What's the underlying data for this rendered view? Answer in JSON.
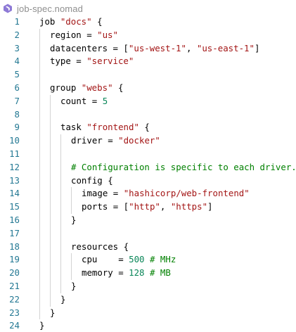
{
  "tab": {
    "title": "job-spec.nomad",
    "icon": "nomad-file-icon",
    "icon_color": "#8e7ad6"
  },
  "colors": {
    "line_number": "#237893",
    "string": "#a31515",
    "number": "#098658",
    "comment": "#008000",
    "indent_guide": "#d3d3d3"
  },
  "lines": [
    {
      "number": "1",
      "indent": 0,
      "tokens": [
        {
          "t": "job ",
          "c": "plain"
        },
        {
          "t": "\"docs\"",
          "c": "str"
        },
        {
          "t": " {",
          "c": "plain"
        }
      ]
    },
    {
      "number": "2",
      "indent": 1,
      "tokens": [
        {
          "t": "region = ",
          "c": "plain"
        },
        {
          "t": "\"us\"",
          "c": "str"
        }
      ]
    },
    {
      "number": "3",
      "indent": 1,
      "tokens": [
        {
          "t": "datacenters = [",
          "c": "plain"
        },
        {
          "t": "\"us-west-1\"",
          "c": "str"
        },
        {
          "t": ", ",
          "c": "plain"
        },
        {
          "t": "\"us-east-1\"",
          "c": "str"
        },
        {
          "t": "]",
          "c": "plain"
        }
      ]
    },
    {
      "number": "4",
      "indent": 1,
      "tokens": [
        {
          "t": "type = ",
          "c": "plain"
        },
        {
          "t": "\"service\"",
          "c": "str"
        }
      ]
    },
    {
      "number": "5",
      "indent": 0,
      "tokens": []
    },
    {
      "number": "6",
      "indent": 1,
      "tokens": [
        {
          "t": "group ",
          "c": "plain"
        },
        {
          "t": "\"webs\"",
          "c": "str"
        },
        {
          "t": " {",
          "c": "plain"
        }
      ]
    },
    {
      "number": "7",
      "indent": 2,
      "tokens": [
        {
          "t": "count = ",
          "c": "plain"
        },
        {
          "t": "5",
          "c": "num"
        }
      ]
    },
    {
      "number": "8",
      "indent": 0,
      "tokens": []
    },
    {
      "number": "9",
      "indent": 2,
      "tokens": [
        {
          "t": "task ",
          "c": "plain"
        },
        {
          "t": "\"frontend\"",
          "c": "str"
        },
        {
          "t": " {",
          "c": "plain"
        }
      ]
    },
    {
      "number": "10",
      "indent": 3,
      "tokens": [
        {
          "t": "driver = ",
          "c": "plain"
        },
        {
          "t": "\"docker\"",
          "c": "str"
        }
      ]
    },
    {
      "number": "11",
      "indent": 0,
      "tokens": []
    },
    {
      "number": "12",
      "indent": 3,
      "tokens": [
        {
          "t": "# Configuration is specific to each driver.",
          "c": "com"
        }
      ]
    },
    {
      "number": "13",
      "indent": 3,
      "tokens": [
        {
          "t": "config {",
          "c": "plain"
        }
      ]
    },
    {
      "number": "14",
      "indent": 4,
      "tokens": [
        {
          "t": "image = ",
          "c": "plain"
        },
        {
          "t": "\"hashicorp/web-frontend\"",
          "c": "str"
        }
      ]
    },
    {
      "number": "15",
      "indent": 4,
      "tokens": [
        {
          "t": "ports = [",
          "c": "plain"
        },
        {
          "t": "\"http\"",
          "c": "str"
        },
        {
          "t": ", ",
          "c": "plain"
        },
        {
          "t": "\"https\"",
          "c": "str"
        },
        {
          "t": "]",
          "c": "plain"
        }
      ]
    },
    {
      "number": "16",
      "indent": 3,
      "tokens": [
        {
          "t": "}",
          "c": "plain"
        }
      ]
    },
    {
      "number": "17",
      "indent": 0,
      "tokens": []
    },
    {
      "number": "18",
      "indent": 3,
      "tokens": [
        {
          "t": "resources {",
          "c": "plain"
        }
      ]
    },
    {
      "number": "19",
      "indent": 4,
      "tokens": [
        {
          "t": "cpu    = ",
          "c": "plain"
        },
        {
          "t": "500",
          "c": "num"
        },
        {
          "t": " # MHz",
          "c": "com"
        }
      ]
    },
    {
      "number": "20",
      "indent": 4,
      "tokens": [
        {
          "t": "memory = ",
          "c": "plain"
        },
        {
          "t": "128",
          "c": "num"
        },
        {
          "t": " # MB",
          "c": "com"
        }
      ]
    },
    {
      "number": "21",
      "indent": 3,
      "tokens": [
        {
          "t": "}",
          "c": "plain"
        }
      ]
    },
    {
      "number": "22",
      "indent": 2,
      "tokens": [
        {
          "t": "}",
          "c": "plain"
        }
      ]
    },
    {
      "number": "23",
      "indent": 1,
      "tokens": [
        {
          "t": "}",
          "c": "plain"
        }
      ]
    },
    {
      "number": "24",
      "indent": 0,
      "tokens": [
        {
          "t": "}",
          "c": "plain"
        }
      ]
    }
  ]
}
